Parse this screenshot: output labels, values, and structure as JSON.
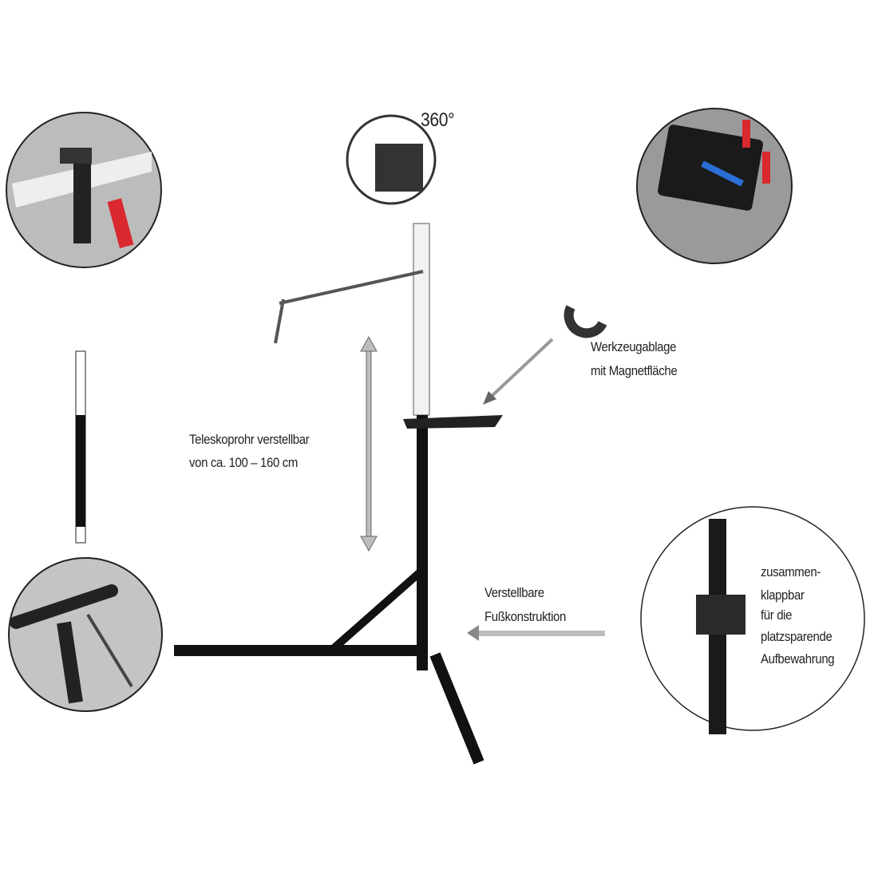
{
  "labels": {
    "rotation": "360°",
    "tool_tray_line1": "Werkzeugablage",
    "tool_tray_line2": "mit Magnetfläche",
    "telescope_line1": "Teleskoprohr verstellbar",
    "telescope_line2": "von ca. 100 – 160 cm",
    "feet_line1": "Verstellbare",
    "feet_line2": "Fußkonstruktion",
    "fold_line1": "zusammen-",
    "fold_line2": "klappbar",
    "fold_line3": "für die",
    "fold_line4": "platzsparende",
    "fold_line5": "Aufbewahrung"
  },
  "colors": {
    "frame": "#111111",
    "tube": "#f2f2f2",
    "arrow": "#bdbdbd",
    "accent_red": "#d9282f",
    "accent_blue": "#2a6fd6"
  }
}
